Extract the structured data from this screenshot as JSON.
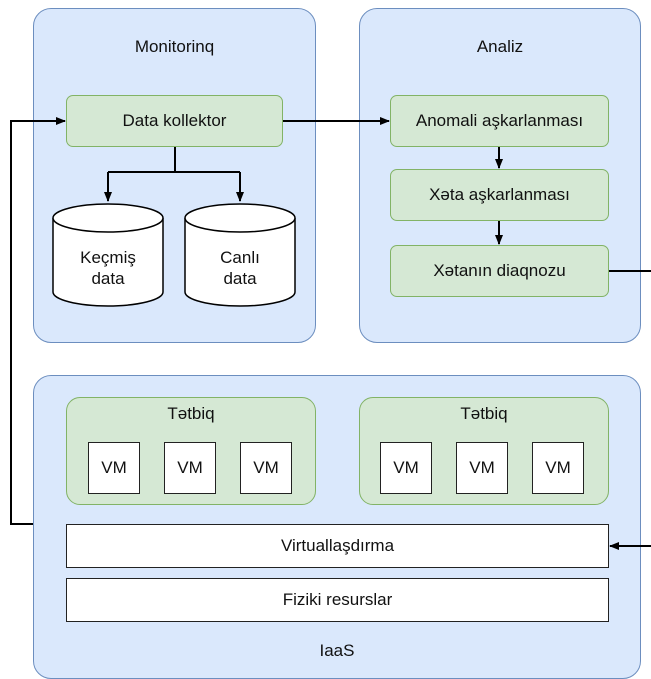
{
  "monitoring": {
    "title": "Monitorinq",
    "collector": "Data kollektor",
    "history_line1": "Keçmiş",
    "history_line2": "data",
    "live_line1": "Canlı",
    "live_line2": "data"
  },
  "analysis": {
    "title": "Analiz",
    "anomaly": "Anomali aşkarlanması",
    "error_detect": "Xəta aşkarlanması",
    "diagnosis": "Xətanın diaqnozu"
  },
  "iaas": {
    "title": "IaaS",
    "app_left": {
      "title": "Tətbiq",
      "vms": [
        "VM",
        "VM",
        "VM"
      ]
    },
    "app_right": {
      "title": "Tətbiq",
      "vms": [
        "VM",
        "VM",
        "VM"
      ]
    },
    "virtualization": "Virtuallaşdırma",
    "physical": "Fiziki resurslar"
  },
  "colors": {
    "panel_fill": "#dae8fc",
    "panel_stroke": "#6c8ebf",
    "box_fill": "#d5e8d4",
    "box_stroke": "#82b366"
  }
}
